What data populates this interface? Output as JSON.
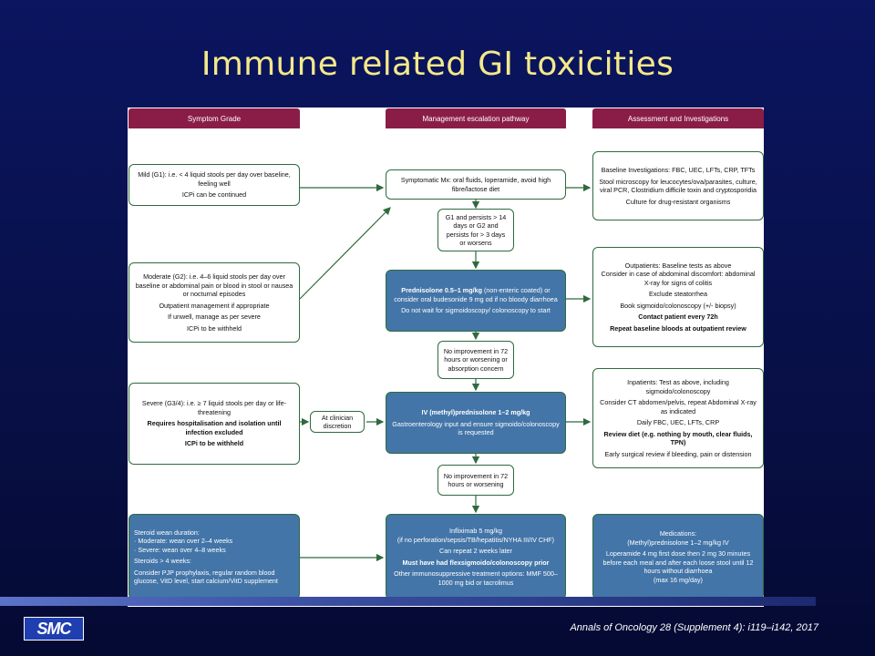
{
  "slide": {
    "title": "Immune related GI toxicities",
    "citation": "Annals of Oncology 28 (Supplement 4): i119–i142, 2017",
    "logo_text": "SMC"
  },
  "headers": {
    "symptom_grade": "Symptom Grade",
    "management": "Management escalation pathway",
    "assessment": "Assessment and Investigations"
  },
  "symptoms": {
    "mild": [
      "Mild (G1): i.e. < 4 liquid stools per day over baseline, feeling well",
      "ICPi can be continued"
    ],
    "moderate": [
      "Moderate (G2): i.e. 4–6 liquid stools per day over baseline or abdominal pain or blood in stool or nausea or nocturnal episodes",
      "Outpatient management if appropriate",
      "If unwell, manage as per severe",
      "ICPi to be withheld"
    ],
    "severe": [
      "Severe (G3/4): i.e. ≥ 7 liquid stools per day or life-threatening",
      "Requires hospitalisation and isolation until infection excluded",
      "ICPi to be withheld"
    ],
    "steroid_wean": [
      "Steroid wean duration:",
      "· Moderate: wean over 2–4 weeks",
      "· Severe: wean over 4–8 weeks",
      "Steroids > 4 weeks:",
      "Consider PJP prophylaxis, regular random blood glucose, VitD level, start calcium/VitD supplement"
    ]
  },
  "management": {
    "symptomatic": "Symptomatic Mx: oral fluids, loperamide, avoid high fibre/lactose diet",
    "g1_persists": "G1 and persists > 14 days or G2 and persists for > 3 days or worsens",
    "prednisolone": [
      "Prednisolone 0.5–1 mg/kg",
      " (non-enteric coated) or consider oral budesonide 9 mg od if no bloody diarrhoea",
      "Do not wait for sigmoidoscopy/ colonoscopy to start"
    ],
    "no_improvement_1": "No improvement in 72 hours or worsening or absorption concern",
    "clinician": "At clinician discretion",
    "iv_methylpred": [
      "IV (methyl)prednisolone 1–2 mg/kg",
      "Gastroenterology input and ensure sigmoido/colonoscopy is requested"
    ],
    "no_improvement_2": "No improvement in 72 hours or worsening",
    "infliximab": [
      "Infliximab 5 mg/kg",
      "(if no perforation/sepsis/TB/hepatitis/NYHA III/IV CHF)",
      "Can repeat 2 weeks later",
      "Must have had flexsigmoido/colonoscopy prior",
      "Other immunosuppressive treatment options: MMF 500–1000 mg bid or tacrolimus"
    ]
  },
  "assessment": {
    "baseline": [
      "Baseline Investigations: FBC, UEC, LFTs, CRP, TFTs",
      "Stool microscopy for leucocytes/ova/parasites, culture, viral PCR, Clostridium difficile toxin and cryptosporidia",
      "Culture for drug-resistant organisms"
    ],
    "outpatients": [
      "Outpatients: Baseline tests as above",
      "Consider in case of abdominal discomfort: abdominal X-ray for signs of colitis",
      "Exclude steatorrhea",
      "Book sigmoido/colonoscopy (+/- biopsy)",
      "Contact patient every 72h",
      "Repeat baseline bloods at outpatient review"
    ],
    "inpatients": [
      "Inpatients: Test as above, including sigmoido/colonoscopy",
      "Consider CT abdomen/pelvis, repeat Abdominal X-ray as indicated",
      "Daily FBC, UEC, LFTs, CRP",
      "Review diet (e.g. nothing by mouth, clear fluids, TPN)",
      "Early surgical review if bleeding, pain or distension"
    ],
    "medications": [
      "Medications:",
      "(Methyl)prednisolone 1–2 mg/kg IV",
      "Loperamide 4 mg first dose then 2 mg 30 minutes before each meal and after each loose stool until 12 hours without diarrhoea",
      "(max 16 mg/day)"
    ]
  },
  "colors": {
    "header_bg": "#8a1d47",
    "box_border": "#2f6a3e",
    "blue_box": "#4375a8",
    "title_text": "#f4e98a"
  }
}
